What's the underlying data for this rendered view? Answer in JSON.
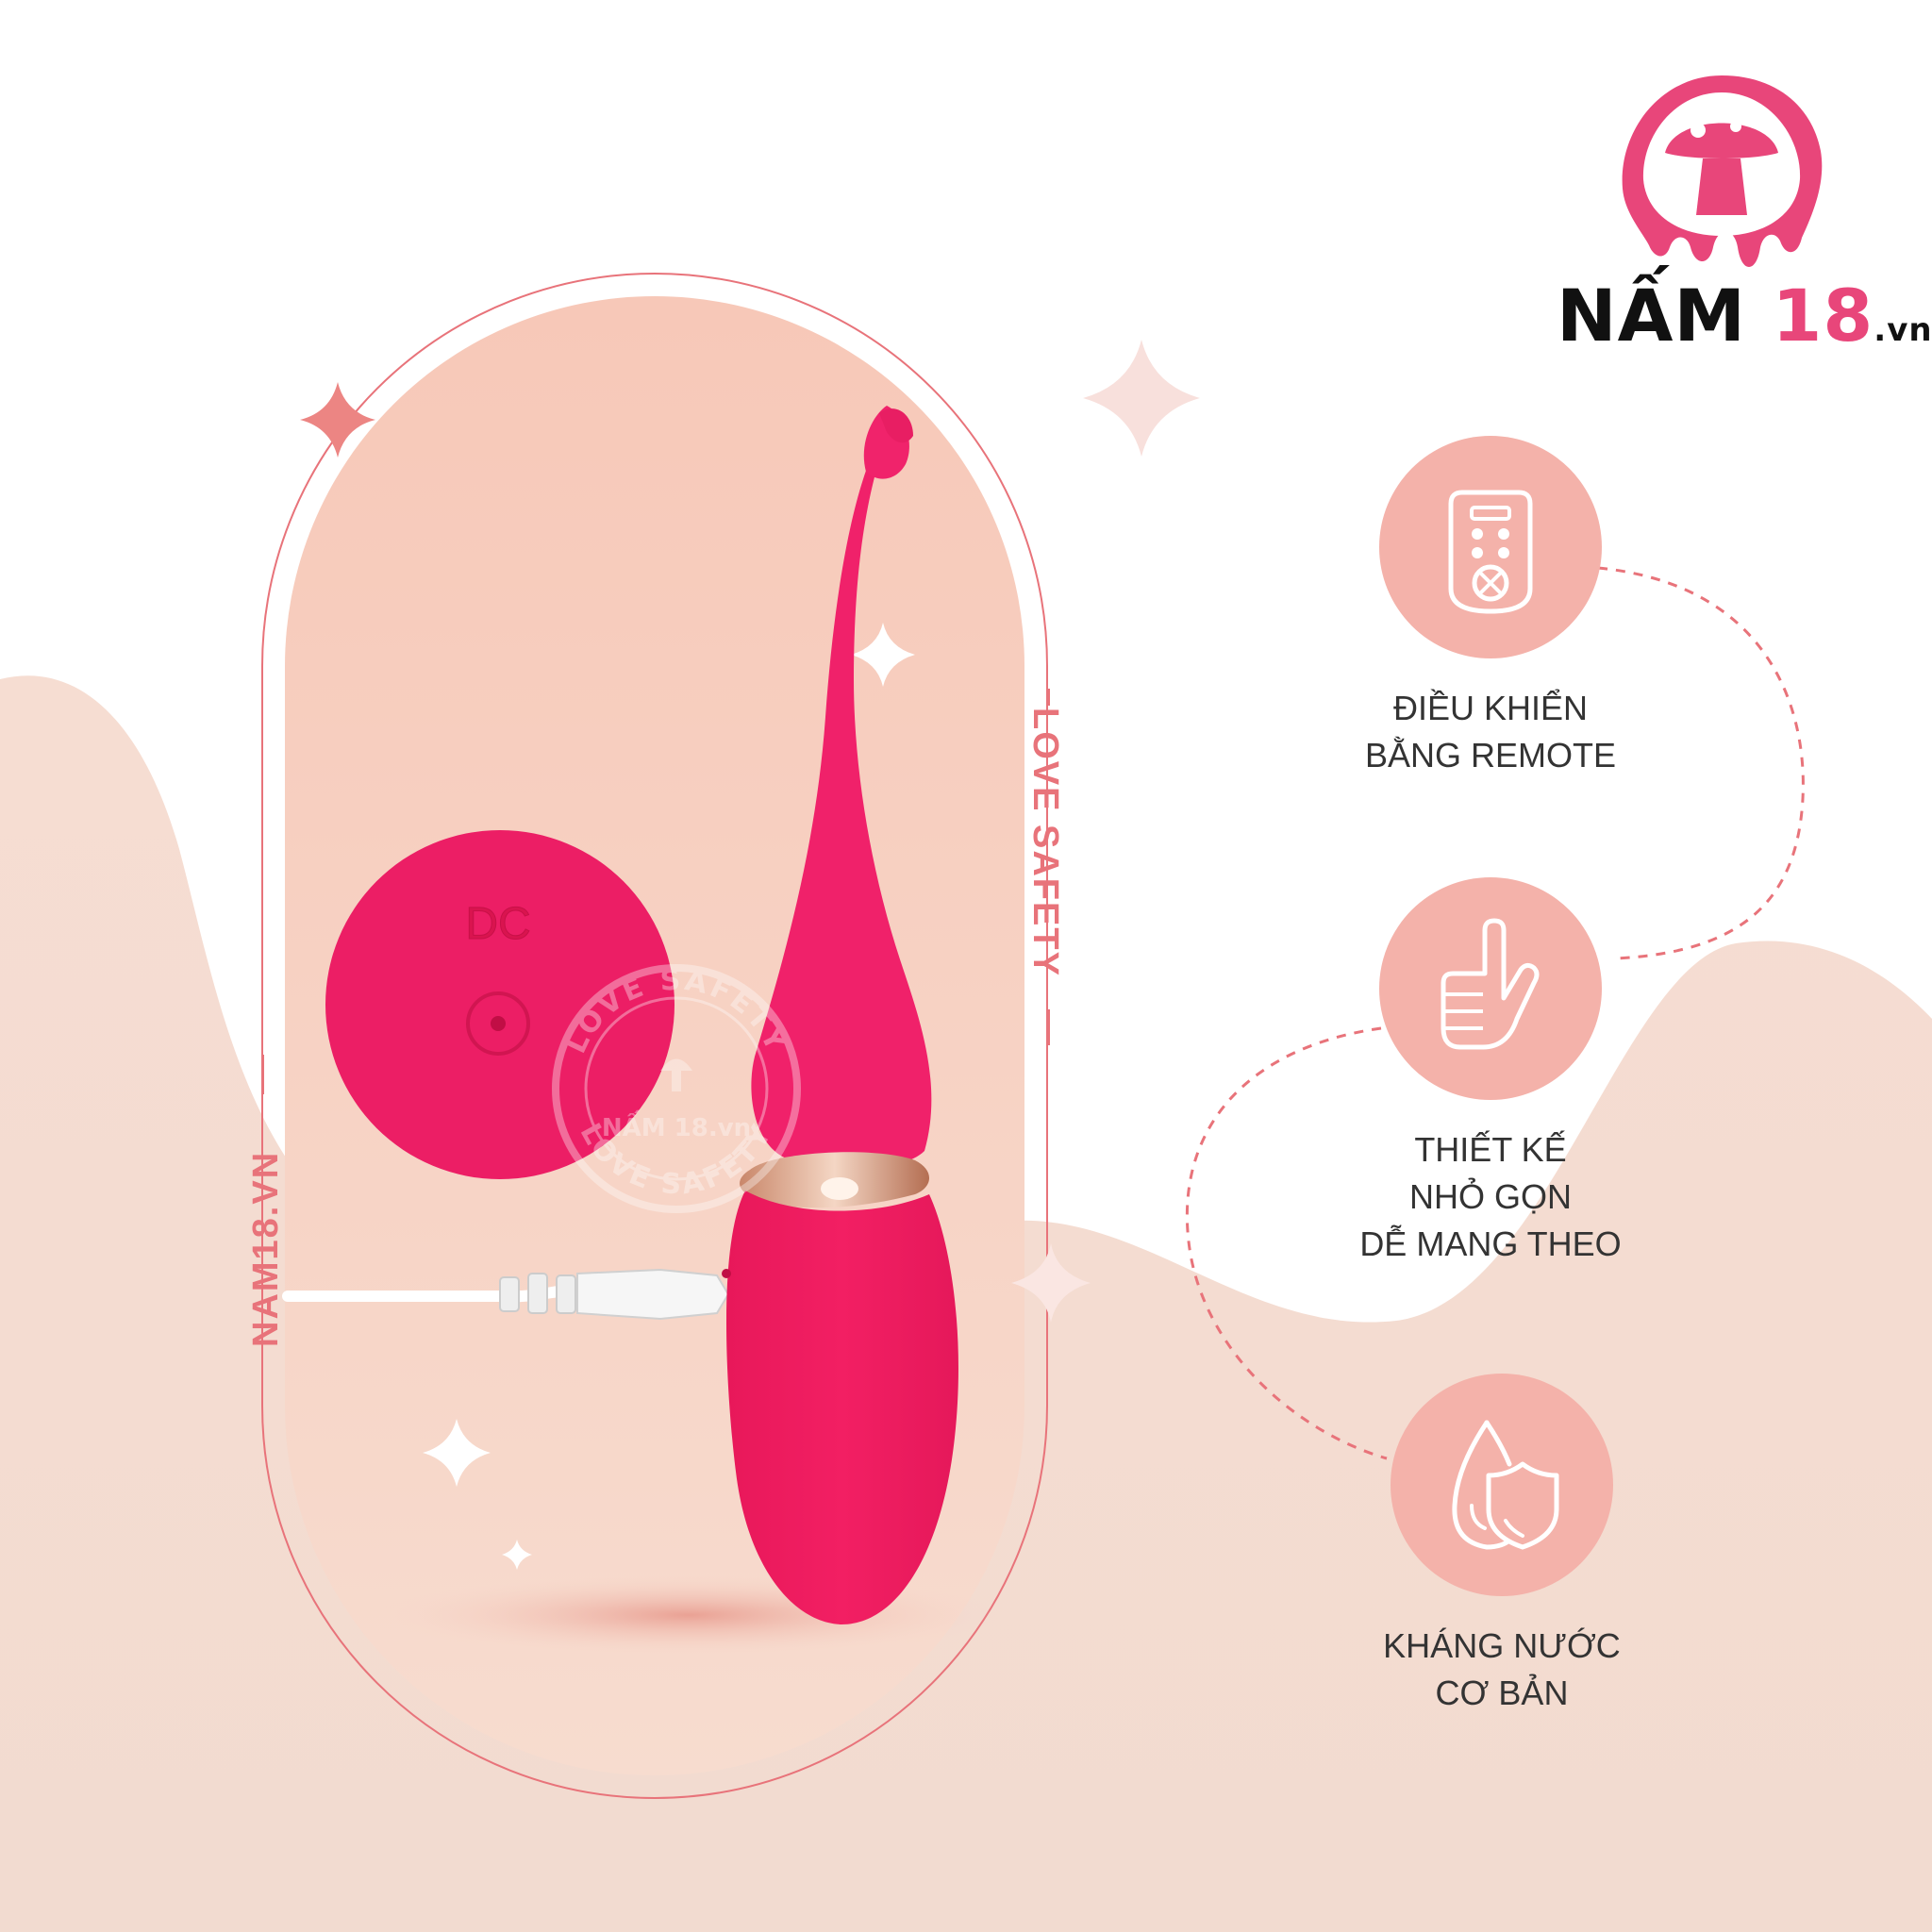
{
  "brand": {
    "name": "NẤM",
    "number": "18",
    "domain": ".vn"
  },
  "side_text": {
    "right_vertical": "LOVE SAFETY",
    "left_vertical": "NAM18.VN"
  },
  "watermark": {
    "ring_text_top": "LOVE SAFETY",
    "ring_text_bottom": "LOVE SAFETY",
    "center_text": "NẤM 18.vn"
  },
  "remote_marking": "DC",
  "features": [
    {
      "icon": "remote-control-icon",
      "lines": [
        "ĐIỀU KHIỂN",
        "BẰNG REMOTE"
      ]
    },
    {
      "icon": "hand-finger-icon",
      "lines": [
        "THIẾT KẾ",
        "NHỎ GỌN",
        "DỄ MANG THEO"
      ]
    },
    {
      "icon": "water-drop-shield-icon",
      "lines": [
        "KHÁNG NƯỚC",
        "CƠ BẢN"
      ]
    }
  ],
  "colors": {
    "accent_pink": "#ec1e65",
    "circle_fill": "#f4b2aa",
    "capsule_fill": "#f6cfc0",
    "background_wave": "#f3d8cb",
    "line_coral": "#e8737a"
  }
}
